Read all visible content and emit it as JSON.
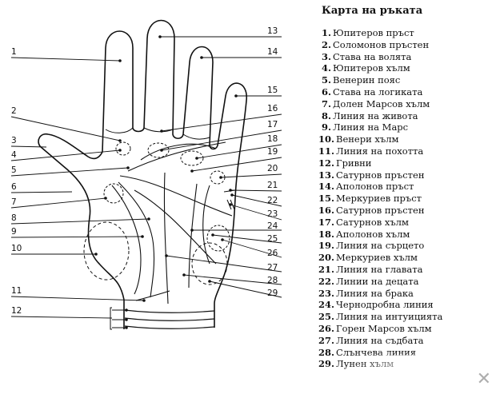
{
  "legend": {
    "title": "Карта на ръката",
    "items": [
      {
        "n": "1.",
        "label": "Юпитеров пръст"
      },
      {
        "n": "2.",
        "label": "Соломонов пръстен"
      },
      {
        "n": "3.",
        "label": "Става на волята"
      },
      {
        "n": "4.",
        "label": "Юпитеров хълм"
      },
      {
        "n": "5.",
        "label": "Венерин пояс"
      },
      {
        "n": "6.",
        "label": "Става на логиката"
      },
      {
        "n": "7.",
        "label": "Долен Марсов хълм"
      },
      {
        "n": "8.",
        "label": "Линия на живота"
      },
      {
        "n": "9.",
        "label": "Линия на Марс"
      },
      {
        "n": "10.",
        "label": "Венери хълм"
      },
      {
        "n": "11.",
        "label": "Линия на похотта"
      },
      {
        "n": "12.",
        "label": "Гривни"
      },
      {
        "n": "13.",
        "label": "Сатурнов пръстен"
      },
      {
        "n": "14.",
        "label": "Аполонов пръст"
      },
      {
        "n": "15.",
        "label": "Меркуриев пръст"
      },
      {
        "n": "16.",
        "label": "Сатурнов пръстен"
      },
      {
        "n": "17.",
        "label": "Сатурнов хълм"
      },
      {
        "n": "18.",
        "label": "Аполонов хълм"
      },
      {
        "n": "19.",
        "label": "Линия на сърцето"
      },
      {
        "n": "20.",
        "label": "Меркуриев хълм"
      },
      {
        "n": "21.",
        "label": "Линия на главата"
      },
      {
        "n": "22.",
        "label": "Линии на децата"
      },
      {
        "n": "23.",
        "label": "Линия на брака"
      },
      {
        "n": "24.",
        "label": "Чернодробна линия"
      },
      {
        "n": "25.",
        "label": "Линия на интуицията"
      },
      {
        "n": "26.",
        "label": "Горен Марсов хълм"
      },
      {
        "n": "27.",
        "label": "Линия на съдбата"
      },
      {
        "n": "28.",
        "label": "Слънчева линия"
      },
      {
        "n": "29.",
        "label": "Лунен хълм"
      }
    ]
  },
  "callouts": [
    "1",
    "2",
    "3",
    "4",
    "5",
    "6",
    "7",
    "8",
    "9",
    "10",
    "11",
    "12",
    "13",
    "14",
    "15",
    "16",
    "17",
    "18",
    "19",
    "20",
    "21",
    "22",
    "23",
    "24",
    "25",
    "26",
    "27",
    "28",
    "29"
  ],
  "watermark": {
    "icon": "x-logo-icon",
    "glyph": "✕"
  }
}
